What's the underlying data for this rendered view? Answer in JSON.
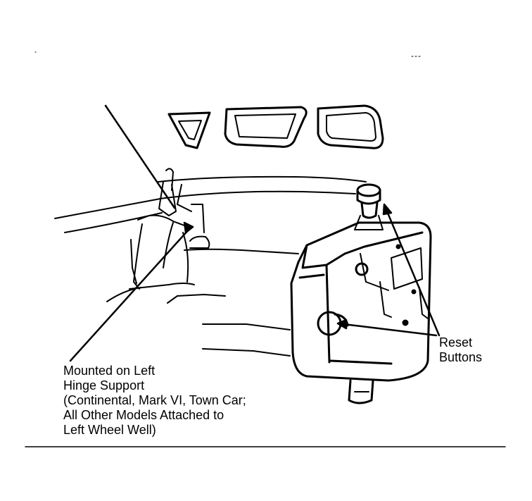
{
  "labels": {
    "mount": [
      "Mounted on Left",
      "Hinge Support",
      "(Continental, Mark VI, Town Car;",
      "All Other Models Attached to",
      "Left Wheel Well)"
    ],
    "reset": [
      "Reset",
      "Buttons"
    ]
  }
}
